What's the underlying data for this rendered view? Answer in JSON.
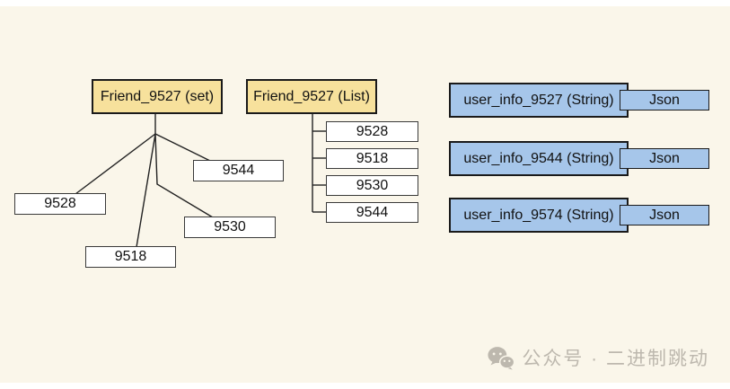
{
  "colors": {
    "canvas_bg": "#FAF6EA",
    "yellow_node": "#F7E19C",
    "blue_node": "#A6C6EA",
    "border_dark": "#1A1A1A",
    "line": "#222222",
    "watermark": "#BDB8AE"
  },
  "set_tree": {
    "title": "Friend_9527 (set)",
    "members": [
      {
        "label": "9528"
      },
      {
        "label": "9544"
      },
      {
        "label": "9530"
      },
      {
        "label": "9518"
      }
    ]
  },
  "list_tree": {
    "title": "Friend_9527 (List)",
    "items": [
      {
        "label": "9528"
      },
      {
        "label": "9518"
      },
      {
        "label": "9530"
      },
      {
        "label": "9544"
      }
    ]
  },
  "string_rows": [
    {
      "key": "user_info_9527 (String)",
      "value": "Json"
    },
    {
      "key": "user_info_9544 (String)",
      "value": "Json"
    },
    {
      "key": "user_info_9574 (String)",
      "value": "Json"
    }
  ],
  "watermark": {
    "icon": "wechat-icon",
    "text": "公众号 · 二进制跳动"
  }
}
